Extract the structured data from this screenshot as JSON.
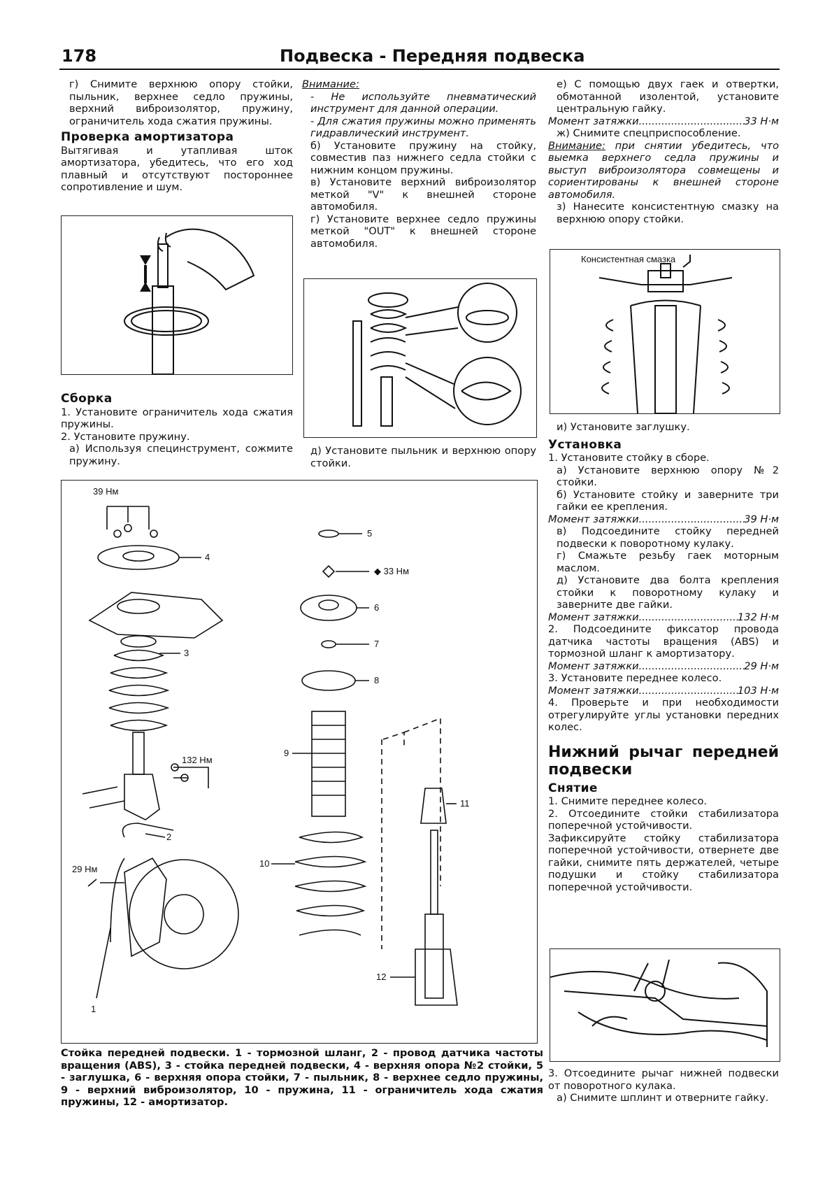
{
  "header": {
    "page_number": "178",
    "title": "Подвеска - Передняя подвеска"
  },
  "col1": {
    "step_g": "г) Снимите верхнюю опору стойки, пыльник, верхнее седло пружины, верхний виброизолятор, пружину, ограничитель хода сжатия пружины.",
    "heading_check": "Проверка амортизатора",
    "check_text": "Вытягивая и утапливая шток амортизатора, убедитесь, что его ход плавный и отсутствуют постороннее сопротивление и шум.",
    "heading_assembly": "Сборка",
    "assembly_1": "1. Установите ограничитель хода сжатия пружины.",
    "assembly_2": "2. Установите пружину.",
    "assembly_2a": "а) Используя специнструмент, сожмите пружину."
  },
  "col2": {
    "attention_label": "Внимание:",
    "attention_1": "- Не используйте пневматический инструмент для данной операции.",
    "attention_2": "- Для сжатия пружины можно применять гидравлический инструмент.",
    "step_b": "б) Установите пружину на стойку, совместив паз нижнего седла стойки с нижним концом пружины.",
    "step_v": "в) Установите верхний виброизолятор меткой \"V\" к внешней стороне автомобиля.",
    "step_g": "г) Установите верхнее седло пружины меткой \"OUT\" к внешней стороне автомобиля.",
    "step_d": "д) Установите пыльник и верхнюю опору стойки."
  },
  "col3": {
    "step_e": "е) С помощью двух гаек и отвертки, обмотанной изолентой, установите центральную гайку.",
    "torque_label": "Момент затяжки",
    "torque_33": "33 Н·м",
    "step_zh": "ж) Снимите спецприспособление.",
    "attention_label": "Внимание:",
    "attention_text": "при снятии убедитесь, что выемка верхнего седла пружины и выступ виброизолятора совмещены и сориентированы к внешней стороне автомобиля.",
    "step_z": "з) Нанесите консистентную смазку на верхнюю опору стойки.",
    "grease_label": "Консистентная смазка",
    "step_i": "и) Установите заглушку.",
    "heading_install": "Установка",
    "install_1": "1. Установите стойку в сборе.",
    "install_1a": "а) Установите верхнюю опору №2 стойки.",
    "install_1b": "б) Установите стойку и заверните три гайки ее крепления.",
    "torque_39": "39 Н·м",
    "install_1v": "в) Подсоедините стойку передней подвески к поворотному кулаку.",
    "install_1g": "г) Смажьте резьбу гаек моторным маслом.",
    "install_1d": "д) Установите два болта крепления стойки к поворотному кулаку и заверните две гайки.",
    "torque_132": "132 Н·м",
    "install_2": "2. Подсоедините фиксатор провода датчика частоты вращения (ABS) и тормозной шланг к амортизатору.",
    "torque_29": "29 Н·м",
    "install_3": "3. Установите переднее колесо.",
    "torque_103": "103 Н·м",
    "install_4": "4. Проверьте и при необходимости отрегулируйте углы установки передних колес.",
    "heading_lever": "Нижний рычаг передней подвески",
    "heading_removal": "Снятие",
    "removal_1": "1. Снимите переднее колесо.",
    "removal_2": "2. Отсоедините стойки стабилизатора поперечной устойчивости.",
    "removal_2_text": "Зафиксируйте стойку стабилизатора поперечной устойчивости, отвернете две гайки, снимите пять держателей, четыре подушки и стойку стабилизатора поперечной устойчивости.",
    "removal_3": "3. Отсоедините рычаг нижней подвески от поворотного кулака.",
    "removal_3a": "а) Снимите шплинт и отверните гайку."
  },
  "diagram": {
    "t39": "39 Нм",
    "t33": "33 Нм",
    "t132": "132 Нм",
    "t29": "29 Нм",
    "n1": "1",
    "n2": "2",
    "n3": "3",
    "n4": "4",
    "n5": "5",
    "n6": "6",
    "n7": "7",
    "n8": "8",
    "n9": "9",
    "n10": "10",
    "n11": "11",
    "n12": "12"
  },
  "caption": "Стойка передней подвески. 1 - тормозной шланг, 2 - провод датчика частоты вращения (ABS), 3 - стойка передней подвески, 4 - верхняя опора №2 стойки, 5 - заглушка, 6 - верхняя опора стойки, 7 - пыльник, 8 - верхнее седло пружины, 9 - верхний виброизолятор, 10 - пружина, 11 - ограничитель хода сжатия пружины, 12 - амортизатор."
}
